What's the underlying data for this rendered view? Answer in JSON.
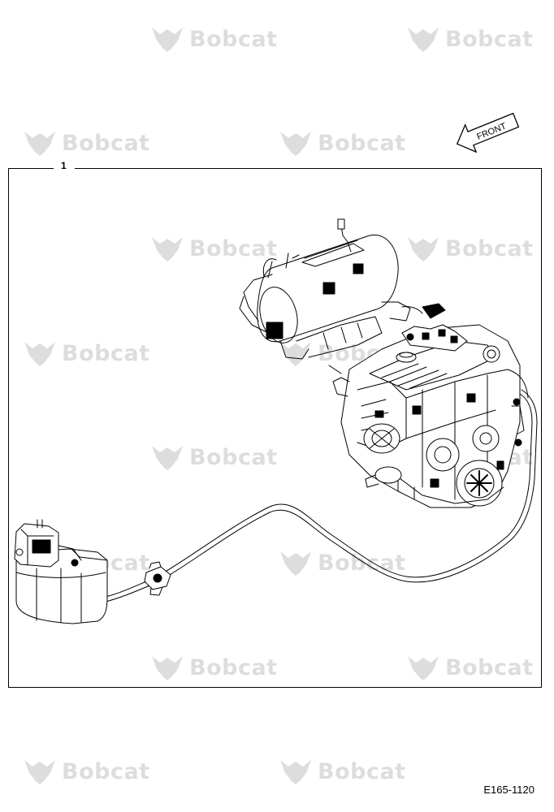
{
  "watermark": {
    "text": "Bobcat"
  },
  "orientation": {
    "label": "FRONT"
  },
  "callout": {
    "number": "1"
  },
  "figure": {
    "code": "E165-1120"
  }
}
